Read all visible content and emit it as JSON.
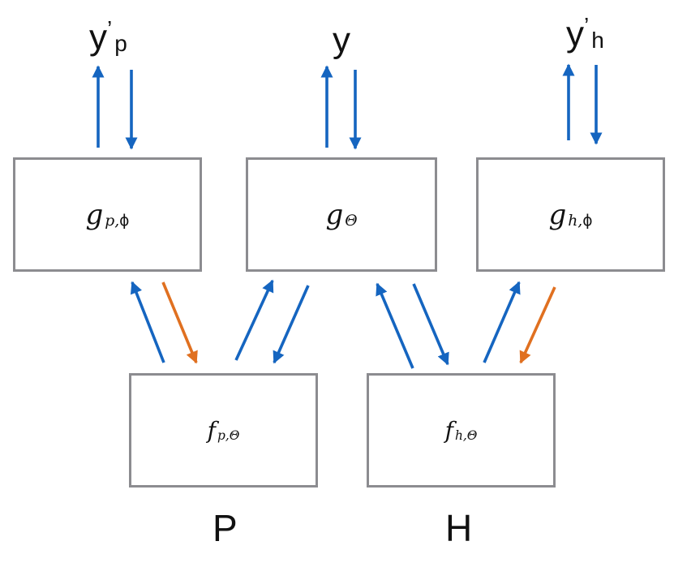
{
  "outputs": {
    "premise": {
      "base": "y",
      "prime": "’",
      "sub": "p"
    },
    "joint": {
      "base": "y"
    },
    "hypothesis": {
      "base": "y",
      "prime": "’",
      "sub": "h"
    }
  },
  "heads": {
    "premise": {
      "fn": "g",
      "sub": "p,",
      "param": "ϕ"
    },
    "joint": {
      "fn": "g",
      "sub": "Θ"
    },
    "hypothesis": {
      "fn": "g",
      "sub": "h,",
      "param": "ϕ"
    }
  },
  "encoders": {
    "premise": {
      "fn": "f",
      "sub": "p,Θ"
    },
    "hypothesis": {
      "fn": "f",
      "sub": "h,Θ"
    }
  },
  "captions": {
    "premise": "P",
    "hypothesis": "H"
  },
  "colors": {
    "blue_arrow": "#1565c0",
    "orange_arrow": "#e07020",
    "box_border": "#8c8c90"
  }
}
